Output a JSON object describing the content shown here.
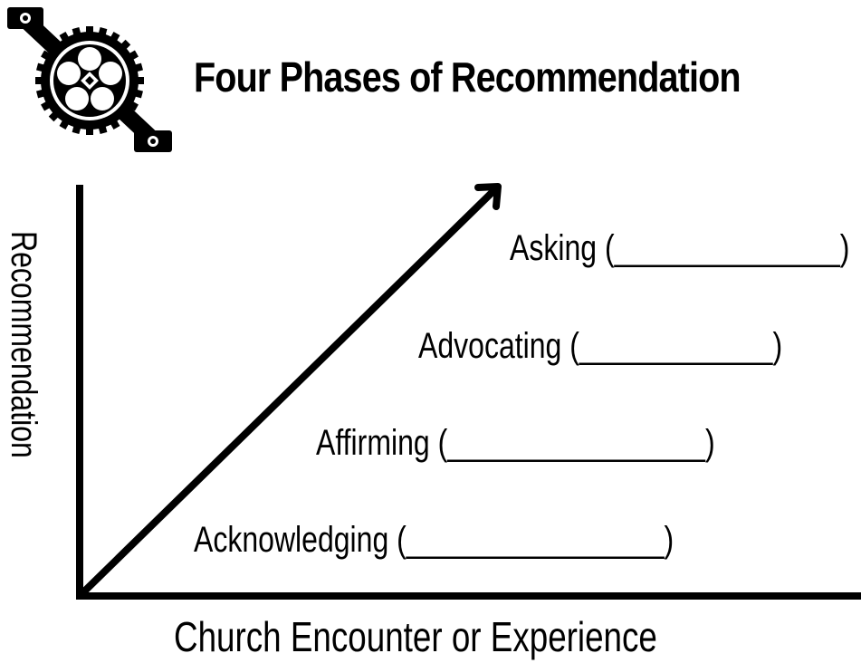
{
  "title": "Four Phases of Recommendation",
  "axes": {
    "y_label": "Recommendation",
    "x_label": "Church Encounter or Experience"
  },
  "phases": [
    {
      "name": "Asking",
      "label": "Asking (______________)"
    },
    {
      "name": "Advocating",
      "label": "Advocating (____________)"
    },
    {
      "name": "Affirming",
      "label": "Affirming (________________)"
    },
    {
      "name": "Acknowledging",
      "label": "Acknowledging (________________)"
    }
  ],
  "logo": {
    "icon": "bicycle-crankset-icon"
  },
  "colors": {
    "ink": "#000000",
    "background": "#ffffff"
  }
}
